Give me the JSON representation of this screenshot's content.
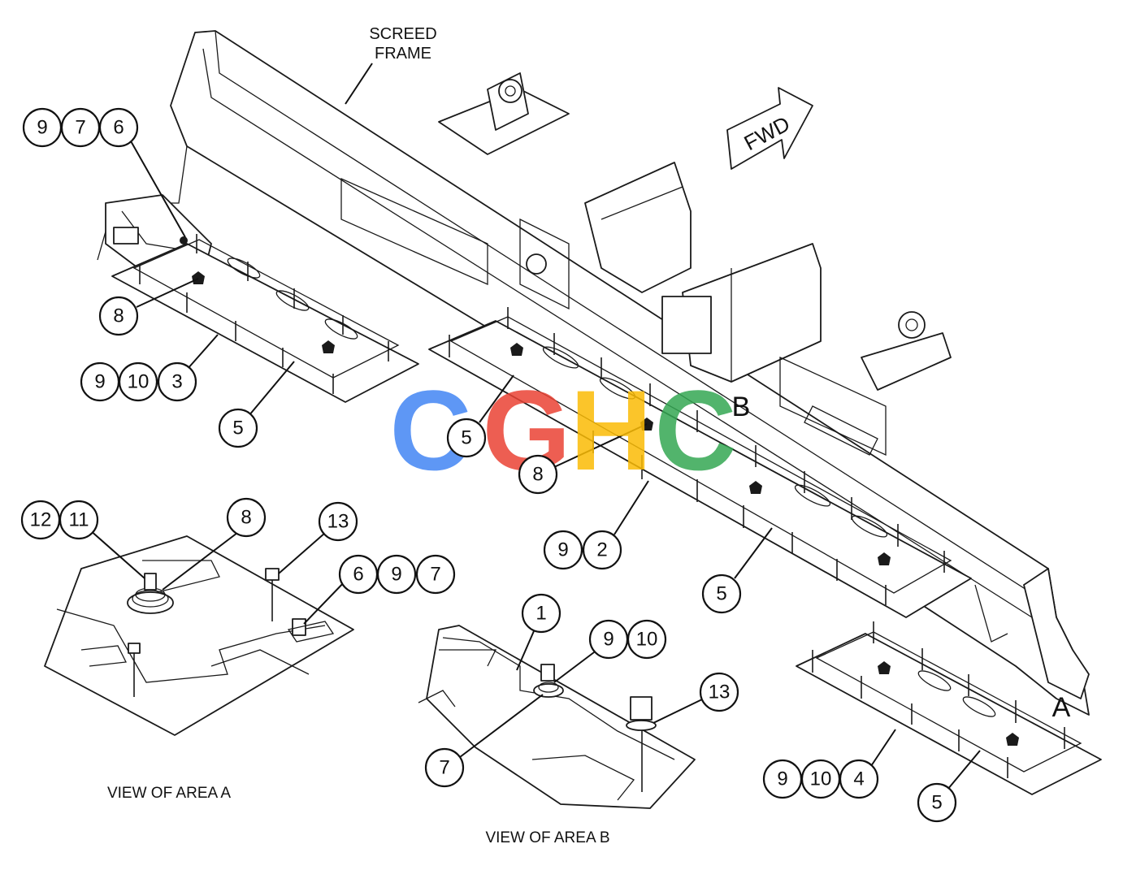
{
  "diagram": {
    "labels": {
      "screed_frame_line1": "SCREED",
      "screed_frame_line2": "FRAME",
      "fwd": "FWD",
      "area_a_marker": "A",
      "area_b_marker": "B",
      "view_area_a": "VIEW OF AREA A",
      "view_area_b": "VIEW OF AREA B"
    },
    "watermark": {
      "text": "CGHC",
      "colors": [
        "#4285F4",
        "#EA4335",
        "#FBBC05",
        "#34A853"
      ]
    },
    "callouts": {
      "top_left_group": [
        "9",
        "7",
        "6"
      ],
      "left_8": "8",
      "left_group_3": [
        "9",
        "10",
        "3"
      ],
      "left_5": "5",
      "center_5": "5",
      "center_8": "8",
      "center_group_2": [
        "9",
        "2"
      ],
      "center_lower_5": "5",
      "right_group_4": [
        "9",
        "10",
        "4"
      ],
      "right_5": "5",
      "view_a_12_11": [
        "12",
        "11"
      ],
      "view_a_8": "8",
      "view_a_13": "13",
      "view_a_group_697": [
        "6",
        "9",
        "7"
      ],
      "view_b_1": "1",
      "view_b_9_10": [
        "9",
        "10"
      ],
      "view_b_13": "13",
      "view_b_7": "7"
    }
  }
}
